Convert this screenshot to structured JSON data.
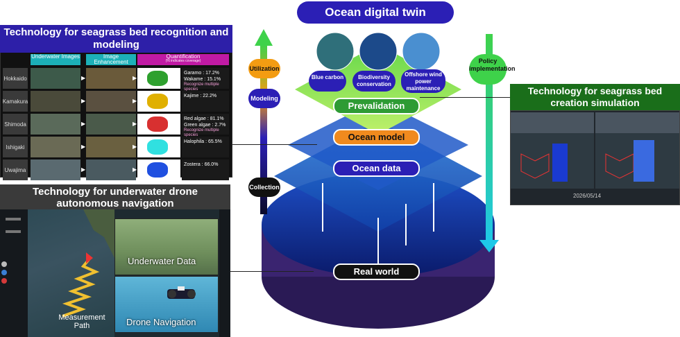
{
  "center": {
    "title": "Ocean digital twin",
    "layers": {
      "prevalidation": "Prevalidation",
      "ocean_model": "Ocean model",
      "ocean_data": "Ocean data",
      "real_world": "Real world"
    },
    "services": [
      {
        "label": "Blue carbon"
      },
      {
        "label": "Biodiversity conservation"
      },
      {
        "label": "Offshore wind power maintenance"
      }
    ],
    "cycle": {
      "utilization": "Utilization",
      "modeling": "Modeling",
      "collection": "Collection",
      "policy": "Policy implementation"
    }
  },
  "seagrass": {
    "title": "Technology for seagrass bed recognition and modeling",
    "columns": {
      "underwater": "Underwater Images",
      "enhancement": "Image Enhancement",
      "quantification": "Quantification",
      "quant_note": "(% indicates coverage)"
    },
    "rows": [
      {
        "site": "Hokkaido",
        "lines": [
          "Garamo : 17.2%",
          "Wakame : 15.1%"
        ],
        "tag": "Recognize multiple species"
      },
      {
        "site": "Kamakura",
        "lines": [
          "Kajime : 22.2%"
        ],
        "tag": ""
      },
      {
        "site": "Shimoda",
        "lines": [
          "Red algae : 81.1%",
          "Green algae : 2.7%"
        ],
        "tag": "Recognize multiple species"
      },
      {
        "site": "Ishigaki",
        "lines": [
          "Halophila : 65.5%"
        ],
        "tag": ""
      },
      {
        "site": "Uwajima",
        "lines": [
          "Zostera : 66.0%"
        ],
        "tag": ""
      }
    ]
  },
  "drone": {
    "title": "Technology for underwater drone autonomous navigation",
    "underwater_data": "Underwater Data",
    "drone_navigation": "Drone Navigation",
    "measurement_path": "Measurement Path"
  },
  "creation": {
    "title": "Technology for seagrass bed creation simulation",
    "date": "2026/05/14"
  },
  "colors": {
    "title_bg": "#2b1fb5",
    "utilization": "#f39c12",
    "modeling": "#2b1fb5",
    "collection": "#111111",
    "policy_arrow": "#3ed24a",
    "green_pill": "#2e9b34",
    "orange_pill": "#f08a1e",
    "blue_pill": "#2b1fb5"
  }
}
